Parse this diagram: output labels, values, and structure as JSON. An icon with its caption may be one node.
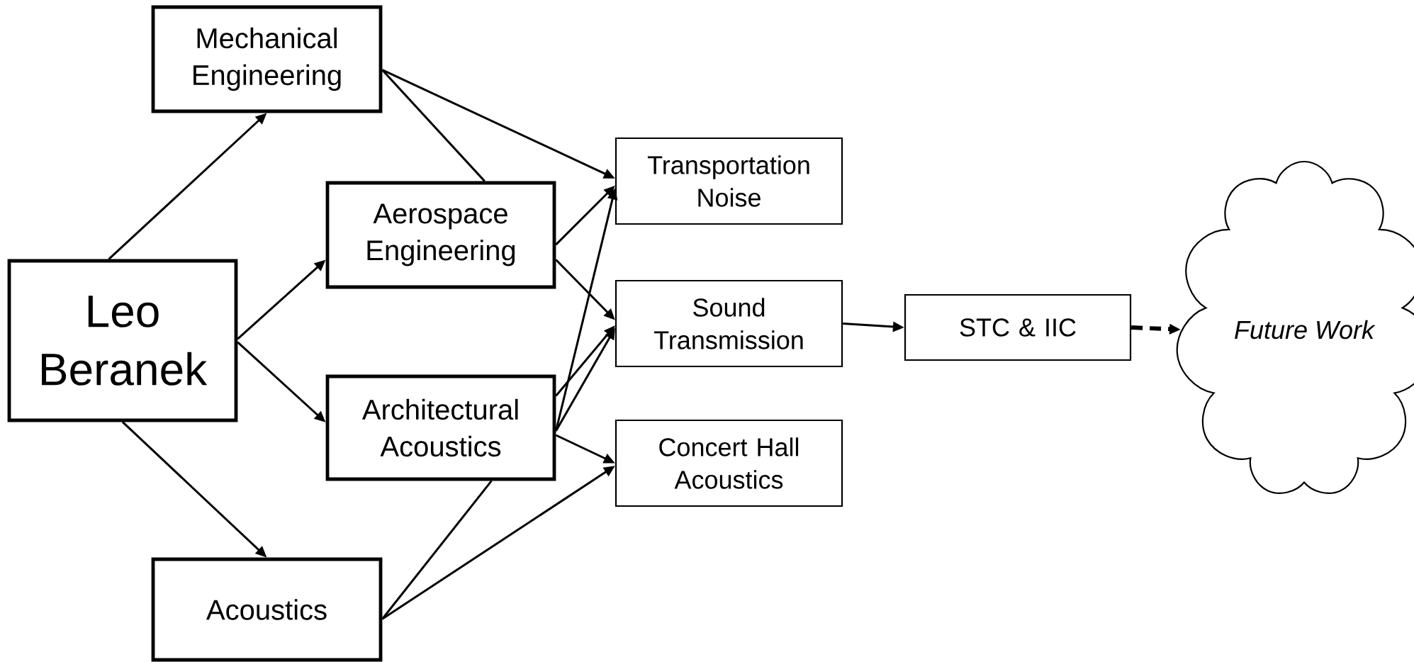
{
  "diagram": {
    "nodes": [
      {
        "text": [
          "Leo Beranek"
        ]
      },
      {
        "text": [
          "Mechanical Engineering"
        ]
      },
      {
        "text": [
          "Aerospace Engineering"
        ]
      },
      {
        "text": [
          "Architectural Acoustics"
        ]
      },
      {
        "text": [
          "Acoustics"
        ]
      },
      {
        "text": [
          "Transportation Noise"
        ]
      },
      {
        "text": [
          "Sound Transmission"
        ]
      },
      {
        "text": [
          "Concert Hall Acoustics"
        ]
      },
      {
        "text": [
          "STC & IIC"
        ]
      },
      {
        "text": [
          "Future Work"
        ]
      }
    ],
    "edges": [
      {
        "from": 0,
        "to": 1,
        "arrow": "to"
      },
      {
        "from": 0,
        "to": 2,
        "arrow": "to"
      },
      {
        "from": 0,
        "to": 3,
        "arrow": "to"
      },
      {
        "from": 0,
        "to": 4,
        "arrow": "to"
      },
      {
        "from": 1,
        "to": 5,
        "arrow": "to"
      },
      {
        "from": 1,
        "to": 2,
        "arrow": "none"
      },
      {
        "from": 2,
        "to": 5,
        "arrow": "to"
      },
      {
        "from": 2,
        "to": 6,
        "arrow": "to"
      },
      {
        "from": 3,
        "to": 5,
        "arrow": "to"
      },
      {
        "from": 3,
        "to": 6,
        "arrow": "to"
      },
      {
        "from": 3,
        "to": 6,
        "arrow": "to"
      },
      {
        "from": 3,
        "to": 7,
        "arrow": "to"
      },
      {
        "from": 4,
        "to": 3,
        "arrow": "none"
      },
      {
        "from": 4,
        "to": 7,
        "arrow": "to"
      },
      {
        "from": 6,
        "to": 8,
        "arrow": "to"
      },
      {
        "from": 8,
        "to": 9,
        "arrow": "to",
        "style": "dashed"
      }
    ]
  }
}
